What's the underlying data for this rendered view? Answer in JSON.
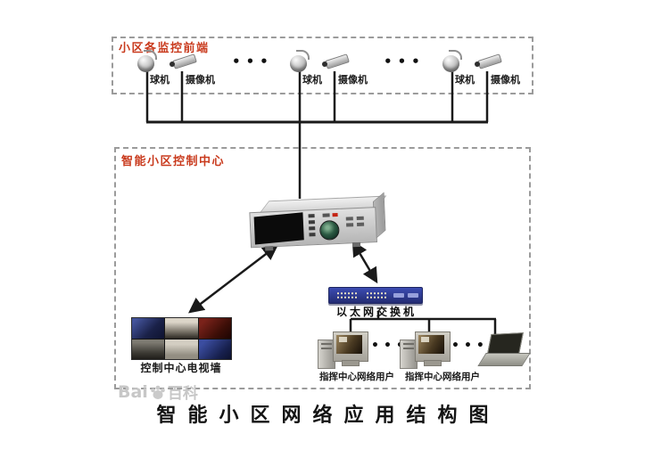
{
  "title": "智能小区网络应用结构图",
  "colors": {
    "zone_label": "#c93b1e",
    "connector": "#1a1a1a",
    "switch_body": "#2e3a99",
    "watermark": "#c7c7c7"
  },
  "front_end": {
    "box_label": "小区各监控前端",
    "ellipsis": "•••",
    "groups": [
      {
        "dome": "球机",
        "box": "摄像机"
      },
      {
        "dome": "球机",
        "box": "摄像机"
      },
      {
        "dome": "球机",
        "box": "摄像机"
      }
    ]
  },
  "control_center": {
    "box_label": "智能小区控制中心",
    "switch_label": "以太网交换机",
    "tv_wall_label": "控制中心电视墙",
    "users_ellipsis": "•••",
    "user_labels": [
      "指挥中心网络用户",
      "指挥中心网络用户"
    ]
  },
  "watermark": {
    "prefix": "Bai",
    "suffix": "百科"
  }
}
